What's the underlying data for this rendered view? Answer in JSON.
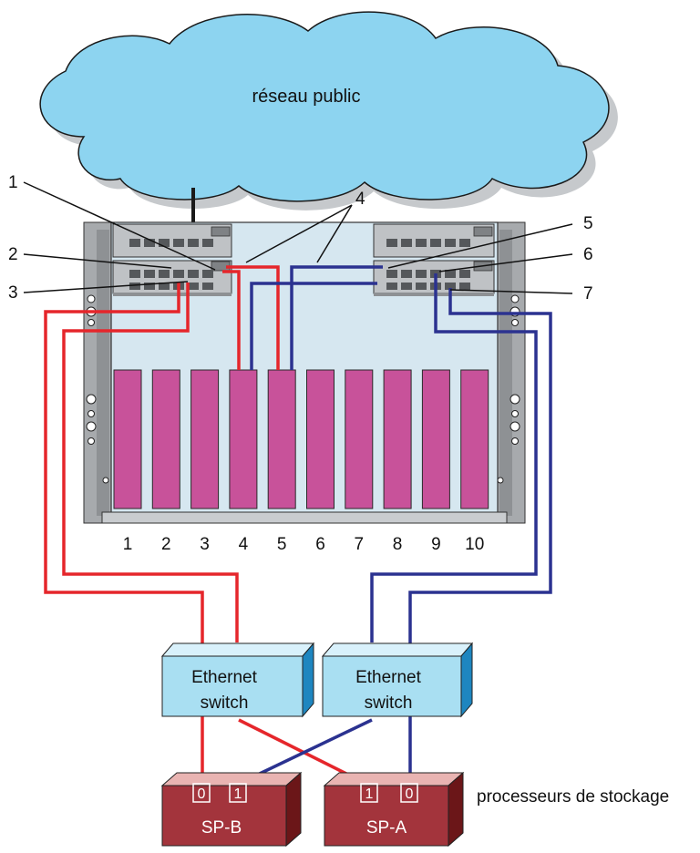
{
  "cloud": {
    "label": "réseau public"
  },
  "callouts": [
    "1",
    "2",
    "3",
    "4",
    "5",
    "6",
    "7"
  ],
  "slots": [
    "1",
    "2",
    "3",
    "4",
    "5",
    "6",
    "7",
    "8",
    "9",
    "10"
  ],
  "switches": [
    {
      "line1": "Ethernet",
      "line2": "switch"
    },
    {
      "line1": "Ethernet",
      "line2": "switch"
    }
  ],
  "storage_processors": [
    {
      "label": "SP-B",
      "ports": [
        "0",
        "1"
      ]
    },
    {
      "label": "SP-A",
      "ports": [
        "1",
        "0"
      ]
    }
  ],
  "storage_label": "processeurs de stockage",
  "colors": {
    "cloud": "#8dd4f0",
    "chassis": "#d6e7f0",
    "blade": "#c8529a",
    "switch": "#a9dff2",
    "switch_side": "#1e86c0",
    "sp": "#a3343c",
    "red_cable": "#e5262b",
    "blue_cable": "#2b3290"
  }
}
